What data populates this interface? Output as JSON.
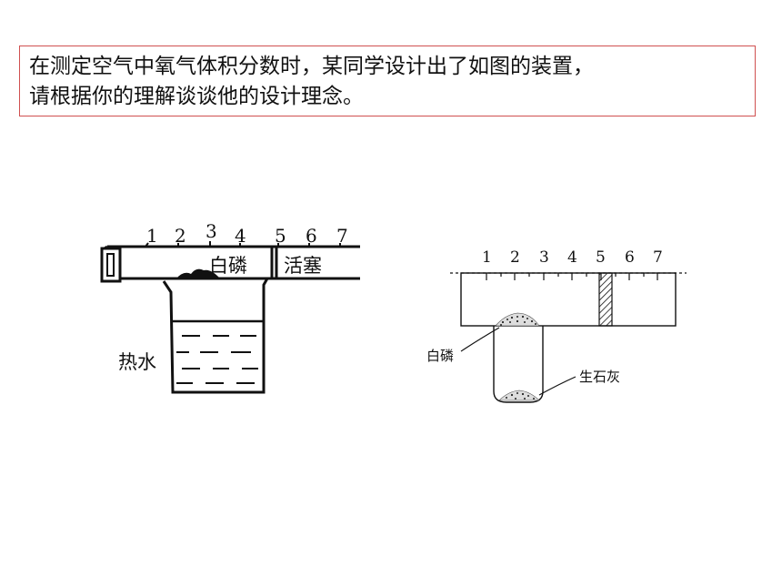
{
  "question": {
    "line1": "在测定空气中氧气体积分数时，某同学设计出了如图的装置，",
    "line2": "请根据你的理解谈谈他的设计理念。"
  },
  "figure_left": {
    "scale_numbers": [
      "1",
      "2",
      "3",
      "4",
      "5",
      "6",
      "7"
    ],
    "label_phosphorus": "白磷",
    "label_piston": "活塞",
    "label_hot_water": "热水"
  },
  "figure_right": {
    "scale_numbers": [
      "1",
      "2",
      "3",
      "4",
      "5",
      "6",
      "7"
    ],
    "label_phosphorus": "白磷",
    "label_quicklime": "生石灰"
  }
}
